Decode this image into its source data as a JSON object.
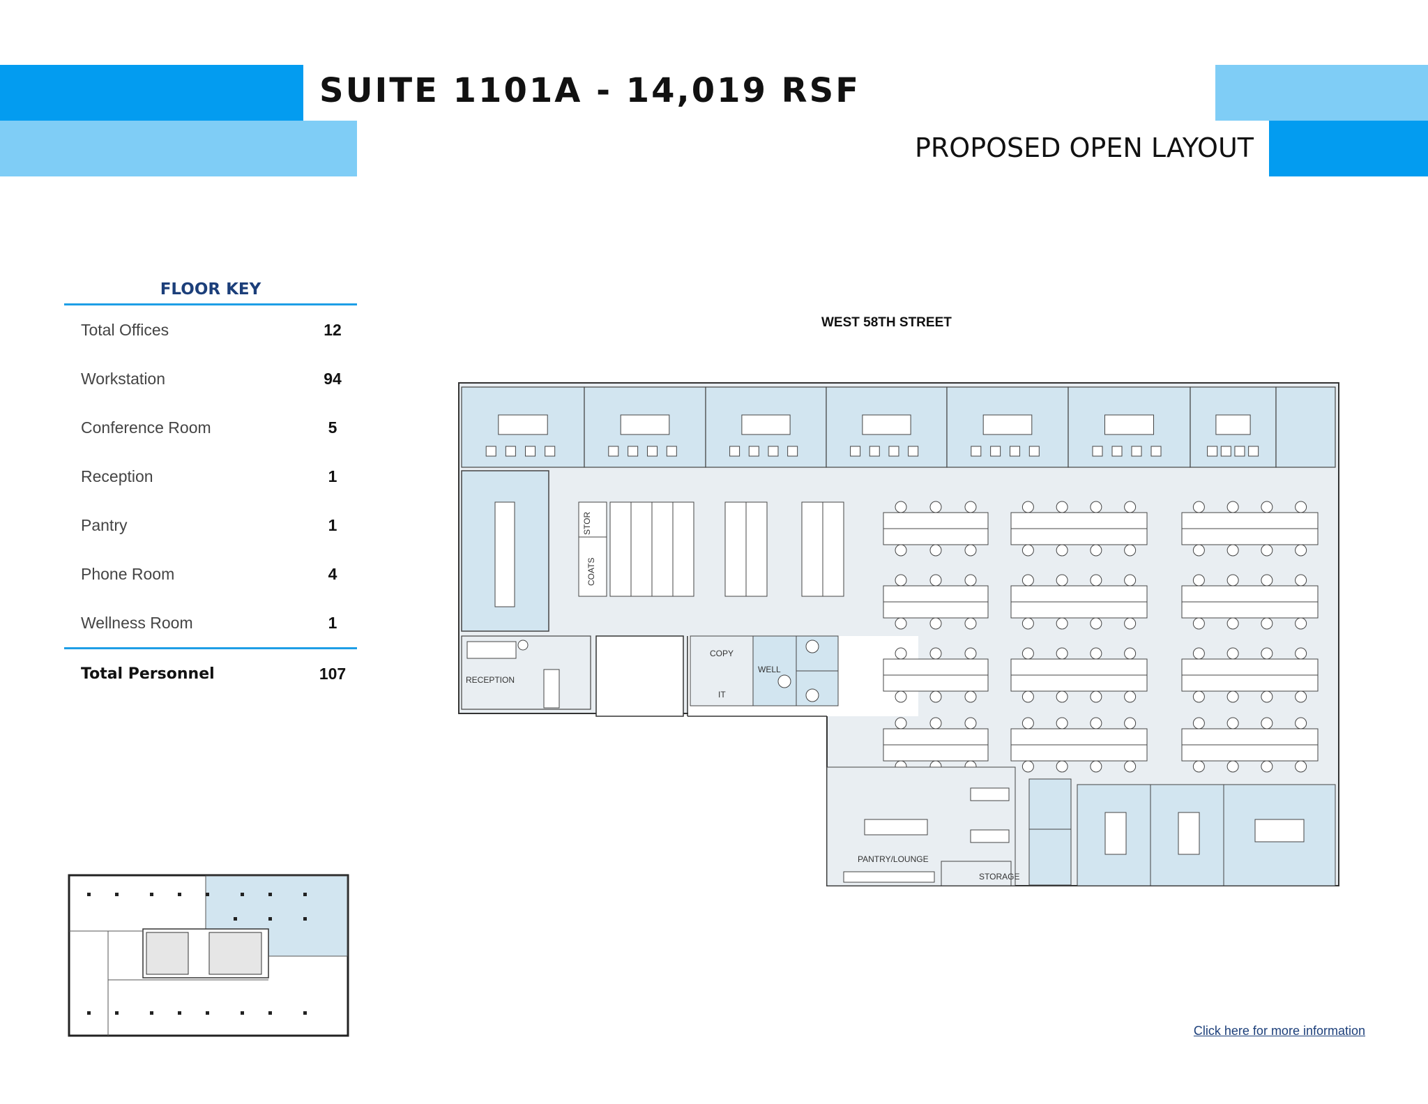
{
  "header": {
    "suite_title": "SUITE 1101A - 14,019 RSF",
    "layout_subtitle": "PROPOSED OPEN LAYOUT"
  },
  "colors": {
    "band_dark": "#039cf0",
    "band_light": "#7fcdf6",
    "floor_fill": "#e9eef2",
    "room_fill": "#d2e5f0",
    "key_title": "#1c3f7a"
  },
  "floor_key": {
    "title": "FLOOR KEY",
    "rows": [
      {
        "label": "Total Offices",
        "value": "12"
      },
      {
        "label": "Workstation",
        "value": "94"
      },
      {
        "label": "Conference Room",
        "value": "5"
      },
      {
        "label": "Reception",
        "value": "1"
      },
      {
        "label": "Pantry",
        "value": "1"
      },
      {
        "label": "Phone Room",
        "value": "4"
      },
      {
        "label": "Wellness Room",
        "value": "1"
      }
    ],
    "total": {
      "label": "Total Personnel",
      "value": "107"
    }
  },
  "floorplan": {
    "street_label": "WEST 58TH STREET",
    "rooms": {
      "stor": "STOR",
      "coats": "COATS",
      "reception": "RECEPTION",
      "copy": "COPY",
      "it": "IT",
      "well": "WELL",
      "pantry": "PANTRY/LOUNGE",
      "storage": "STORAGE"
    }
  },
  "footer": {
    "more_info_link": "Click here for more information"
  }
}
